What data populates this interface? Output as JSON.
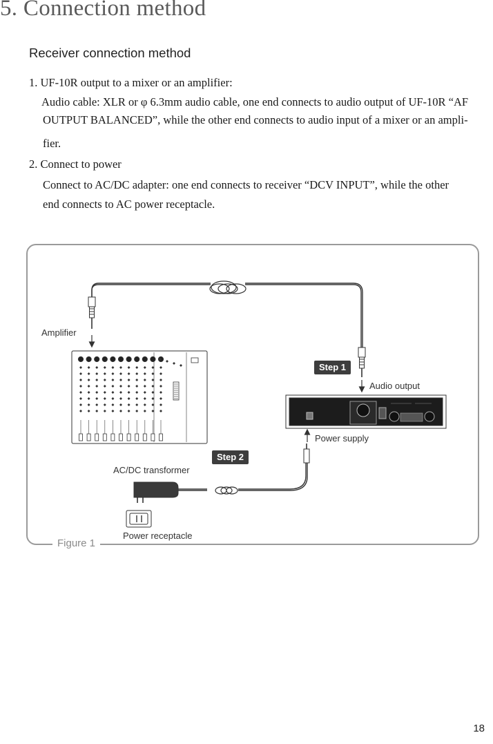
{
  "title": "5. Connection method",
  "subtitle": "Receiver connection method",
  "steps": {
    "s1_heading": "1. UF-10R output to a mixer or an amplifier:",
    "s1_line1": "Audio cable: XLR or φ 6.3mm audio cable, one end connects to audio output of UF-10R “AF",
    "s1_line2": "OUTPUT BALANCED”, while the other end connects to audio input of a mixer or an ampli-",
    "s1_line3": "fier.",
    "s2_heading": "2. Connect to power",
    "s2_line1": "Connect to AC/DC adapter: one end connects to receiver “DCV INPUT”, while the other",
    "s2_line2": "end connects to AC power receptacle."
  },
  "figure": {
    "caption": "Figure 1",
    "amplifier_label": "Amplifier",
    "audio_output_label": "Audio output",
    "power_supply_label": "Power supply",
    "transformer_label": "AC/DC transformer",
    "receptacle_label": "Power receptacle",
    "step1": "Step 1",
    "step2": "Step 2"
  },
  "page_number": "18"
}
